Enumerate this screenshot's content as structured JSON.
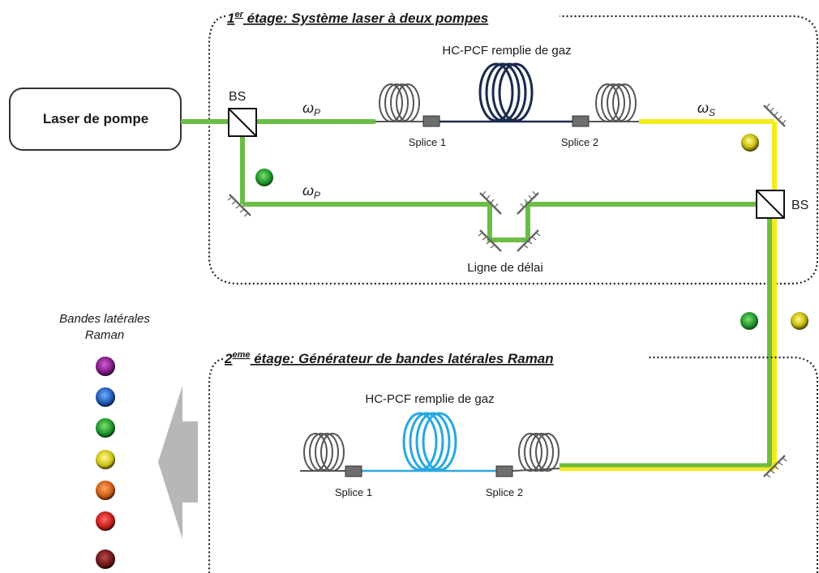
{
  "stage1": {
    "number": "1",
    "superscript": "er",
    "title_rest": " étage: Système laser à deux pompes",
    "fiber_label": "HC-PCF remplie de gaz",
    "splice1": "Splice 1",
    "splice2": "Splice 2",
    "delay_line": "Ligne de délai",
    "pump_symbol": "ω",
    "pump_sub": "P",
    "stokes_symbol": "ω",
    "stokes_sub": "S"
  },
  "laser": {
    "label": "Laser de pompe"
  },
  "beamsplitter": {
    "label": "BS"
  },
  "stage2": {
    "number": "2",
    "superscript": "eme",
    "title_rest": " étage: Générateur de bandes latérales Raman",
    "fiber_label": "HC-PCF remplie de gaz",
    "splice1": "Splice 1",
    "splice2": "Splice 2"
  },
  "sidebands": {
    "label_line1": "Bandes latérales",
    "label_line2": "Raman",
    "colors": [
      "#8a1f8f",
      "#2d6fd6",
      "#1fa82a",
      "#d9d419",
      "#e0661b",
      "#d42020",
      "#7a1a1a"
    ]
  },
  "colors": {
    "pump_beam": "#6cbd45",
    "stokes_beam": "#f3ec1b",
    "fiber_stage1": "#1b2a4e",
    "fiber_stage2": "#29a8e0",
    "fiber_plain": "#555555",
    "arrow": "#b7b7b7"
  }
}
